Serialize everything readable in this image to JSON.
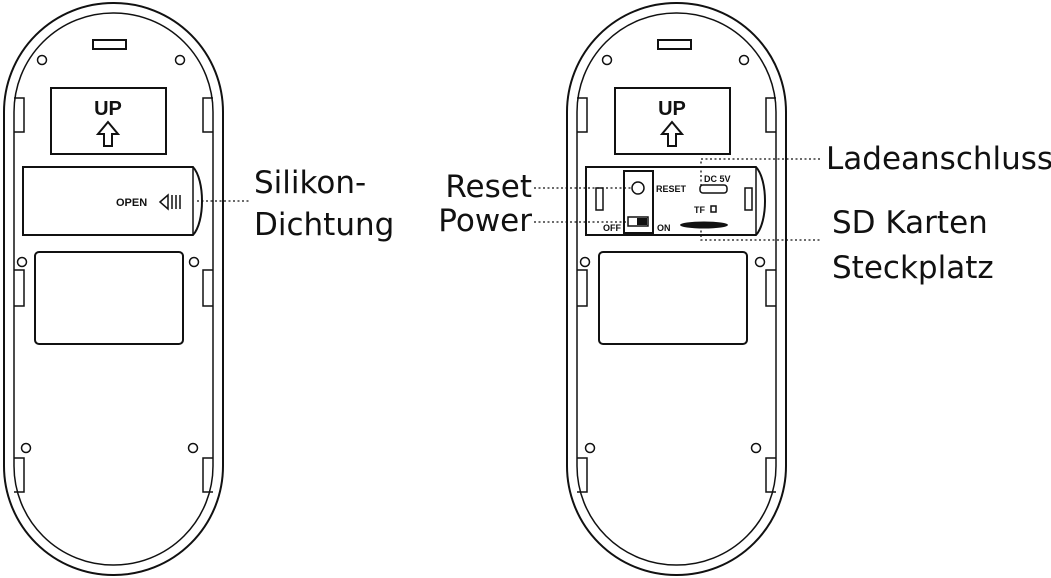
{
  "left_device": {
    "up_label": "UP",
    "open_label": "OPEN"
  },
  "right_device": {
    "up_label": "UP",
    "reset_text": "RESET",
    "dc_text": "DC 5V",
    "off_text": "OFF",
    "on_text": "ON",
    "tf_text": "TF"
  },
  "callouts": {
    "seal_line1": "Silikon-",
    "seal_line2": "Dichtung",
    "reset": "Reset",
    "power": "Power",
    "charging_port": "Ladeanschluss",
    "sd_line1": "SD Karten",
    "sd_line2": "Steckplatz"
  }
}
